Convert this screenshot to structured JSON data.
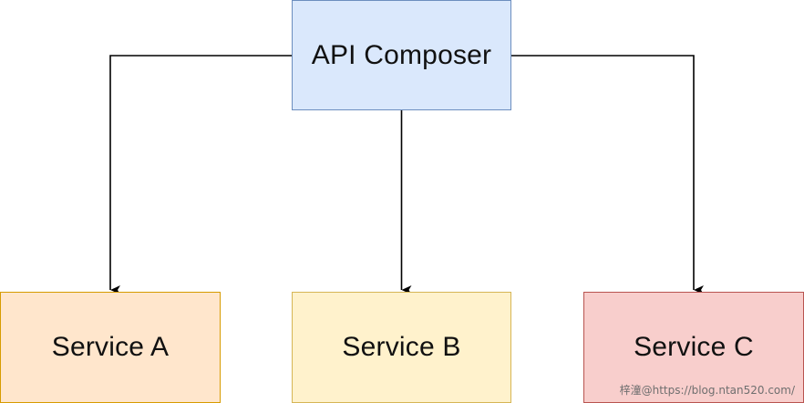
{
  "diagram": {
    "nodes": {
      "composer": {
        "label": "API Composer",
        "fill": "#dae8fc",
        "stroke": "#6c8ebf"
      },
      "service_a": {
        "label": "Service A",
        "fill": "#ffe6cc",
        "stroke": "#d79b00"
      },
      "service_b": {
        "label": "Service B",
        "fill": "#fff2cc",
        "stroke": "#d6b656"
      },
      "service_c": {
        "label": "Service C",
        "fill": "#f8cecc",
        "stroke": "#b85450"
      }
    },
    "edges": [
      {
        "from": "composer",
        "to": "service_a"
      },
      {
        "from": "composer",
        "to": "service_b"
      },
      {
        "from": "composer",
        "to": "service_c"
      }
    ],
    "edge_color": "#000000"
  },
  "watermark": "梓潼@https://blog.ntan520.com/"
}
